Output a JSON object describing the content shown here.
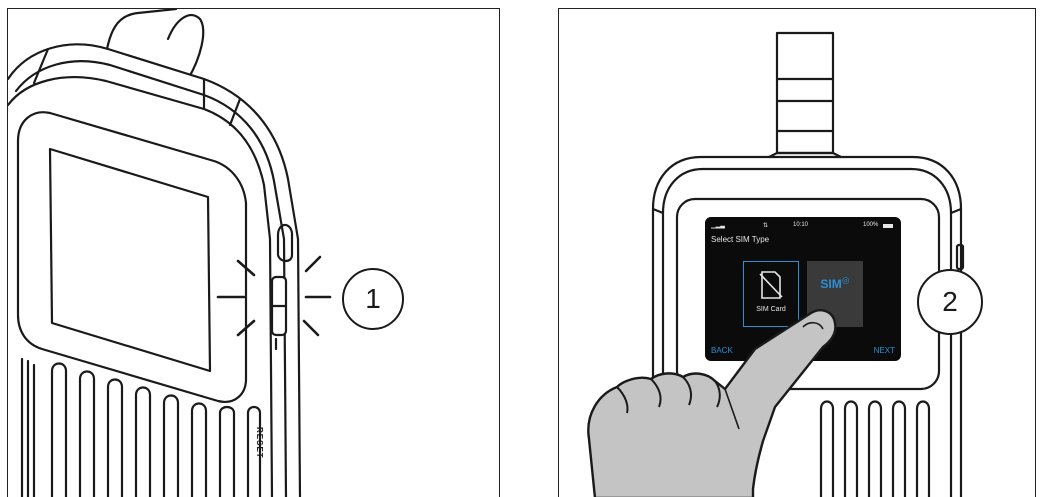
{
  "step1": {
    "number": "1",
    "reset_label": "RESET"
  },
  "step2": {
    "number": "2",
    "screen": {
      "time": "10:10",
      "battery": "100%",
      "title": "Select SIM Type",
      "option_sim_card": "SIM Card",
      "option_esim": "SIM",
      "back": "BACK",
      "next": "NEXT"
    }
  },
  "colors": {
    "line": "#1a1a1a",
    "screen_bg": "#0b0b0b",
    "screen_text": "#e6e6e6",
    "accent": "#2a8fd6",
    "hand": "#c4c4c4"
  }
}
